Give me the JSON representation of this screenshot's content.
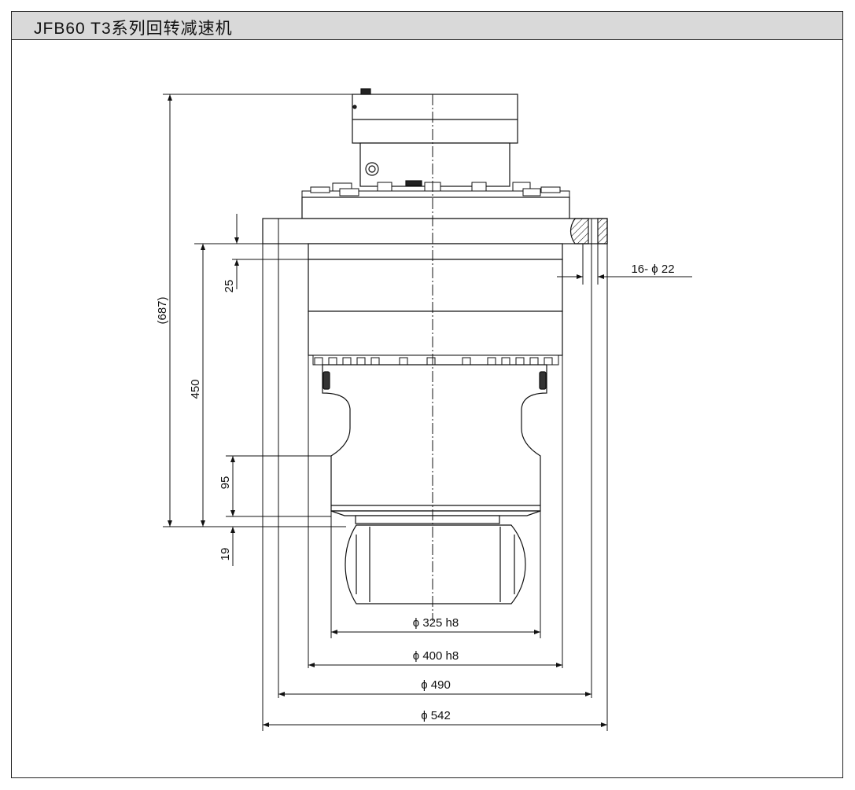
{
  "title": "JFB60 T3系列回转减速机",
  "dimensions": {
    "overall_height": "(687)",
    "flange_thickness": "25",
    "mount_height": "450",
    "pilot_height": "95",
    "pilot_step": "19",
    "bolt_holes": "16- ϕ 22",
    "pilot_diameter": "ϕ 325  h8",
    "spigot_diameter": "ϕ 400  h8",
    "bolt_circle_diameter": "ϕ 490",
    "flange_outer_diameter": "ϕ 542"
  }
}
